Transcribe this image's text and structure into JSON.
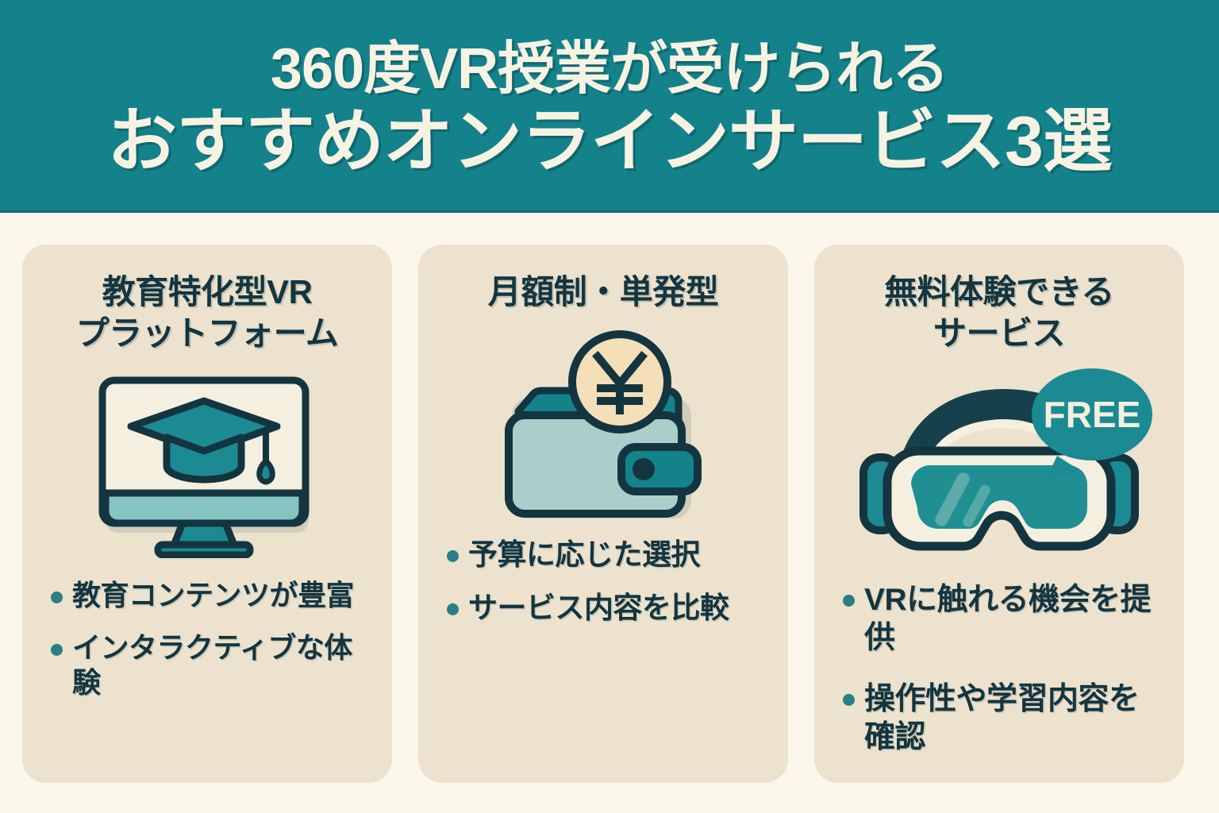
{
  "header": {
    "title_line1": "360度VR授業が受けられる",
    "title_line2": "おすすめオンラインサービス3選",
    "background_color": "#14828b",
    "text_color": "#f7f3e3"
  },
  "theme": {
    "page_background": "#fbf7ea",
    "card_background": "#ece2cd",
    "ink_dark": "#143540",
    "teal": "#1b8a92",
    "teal_light": "#7cc2c2",
    "bullet_dot": "#2a7f87",
    "coin": "#f4dfb8",
    "cream": "#f4efdf"
  },
  "cards": [
    {
      "title": "教育特化型VR\nプラットフォーム",
      "icon": "monitor-graduation-cap-icon",
      "bullets": [
        "教育コンテンツが豊富",
        "インタラクティブな体験"
      ]
    },
    {
      "title": "月額制・単発型",
      "icon": "wallet-yen-coin-icon",
      "bullets": [
        "予算に応じた選択",
        "サービス内容を比較"
      ]
    },
    {
      "title": "無料体験できる\nサービス",
      "icon": "vr-headset-free-badge-icon",
      "badge_label": "FREE",
      "bullets": [
        "VRに触れる機会を提供",
        "操作性や学習内容を確認"
      ]
    }
  ]
}
